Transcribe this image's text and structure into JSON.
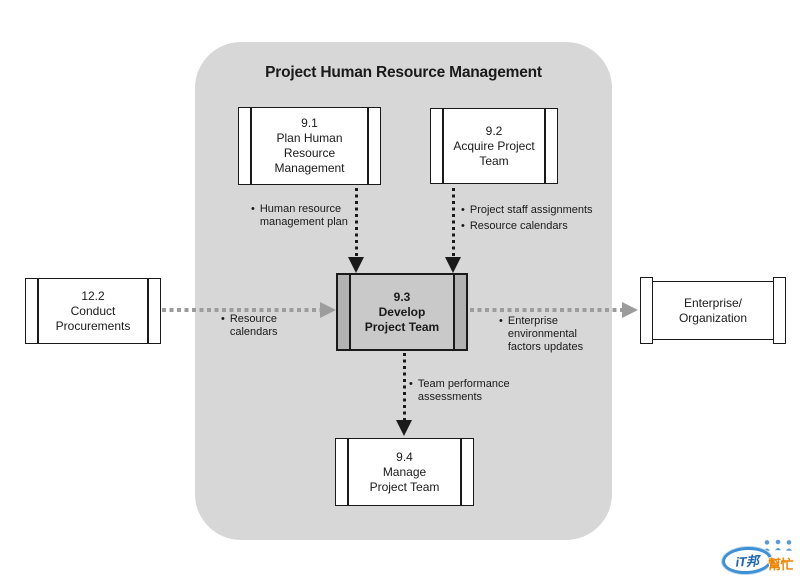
{
  "panel": {
    "title": "Project Human Resource Management"
  },
  "processes": {
    "plan": {
      "num": "9.1",
      "label": "Plan Human\nResource\nManagement"
    },
    "acquire": {
      "num": "9.2",
      "label": "Acquire Project\nTeam"
    },
    "develop": {
      "num": "9.3",
      "label": "Develop\nProject Team"
    },
    "manage": {
      "num": "9.4",
      "label": "Manage\nProject Team"
    },
    "procurements": {
      "num": "12.2",
      "label": "Conduct\nProcurements"
    }
  },
  "external_entity": {
    "label": "Enterprise/\nOrganization"
  },
  "flow_labels": {
    "plan_to_develop": [
      "Human resource\nmanagement plan"
    ],
    "acquire_to_develop": [
      "Project staff assignments",
      "Resource calendars"
    ],
    "procurements_to_develop": [
      "Resource\ncalendars"
    ],
    "develop_to_external": [
      "Enterprise\nenvironmental\nfactors updates"
    ],
    "develop_to_manage": [
      "Team performance\nassessments"
    ]
  },
  "ui": {
    "bullet": "•"
  },
  "watermark": {
    "brand_left": "iT邦",
    "brand_right": "幫忙"
  },
  "colors": {
    "panel_bg": "#d7d7d7",
    "process_fill": "#ffffff",
    "highlight_fill": "#c9c9c9",
    "highlight_bar": "#b2b2b2",
    "line_black": "#1a1a1a",
    "arrow_gray": "#9c9c9c",
    "brand_blue": "#2e75b6",
    "brand_orange": "#f08300"
  }
}
